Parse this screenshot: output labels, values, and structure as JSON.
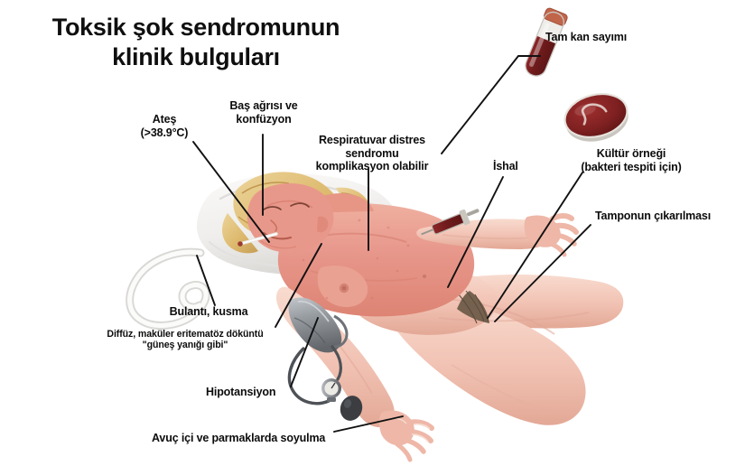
{
  "figure": {
    "title": "Toksik şok sendromunun\nklinik bulguları",
    "background_color": "#ffffff",
    "text_color": "#0d0c0d",
    "leader_line_color": "#121112",
    "subject": "Toksik şok sendromu bulguları olan hastanın tıbbi illüstrasyonu"
  },
  "labels": [
    {
      "id": "fever",
      "text": "Ateş\n(>38.9°C)",
      "align": "center",
      "size": "normal"
    },
    {
      "id": "headache",
      "text": "Baş ağrısı ve\nkonfüzyon",
      "align": "center",
      "size": "normal"
    },
    {
      "id": "ards",
      "text": "Respiratuvar distres\nsendromu\nkomplikasyon olabilir",
      "align": "center",
      "size": "normal"
    },
    {
      "id": "cbc",
      "text": "Tam kan sayımı",
      "align": "left",
      "size": "normal"
    },
    {
      "id": "diarrhea",
      "text": "İshal",
      "align": "left",
      "size": "normal"
    },
    {
      "id": "culture",
      "text": "Kültür örneği\n(bakteri tespiti için)",
      "align": "center",
      "size": "normal"
    },
    {
      "id": "tampon",
      "text": "Tamponun çıkarılması",
      "align": "left",
      "size": "normal"
    },
    {
      "id": "nausea",
      "text": "Bulantı, kusma",
      "align": "center",
      "size": "normal"
    },
    {
      "id": "rash",
      "text": "Diffüz, maküler eritematöz döküntü\n\"güneş yanığı gibi\"",
      "align": "center",
      "size": "small"
    },
    {
      "id": "hypotension",
      "text": "Hipotansiyon",
      "align": "left",
      "size": "normal"
    },
    {
      "id": "desquamation",
      "text": "Avuç içi ve parmaklarda soyulma",
      "align": "left",
      "size": "normal"
    }
  ],
  "illustration_elements": [
    {
      "id": "patient-body",
      "name": "Sırtüstü yatan hasta"
    },
    {
      "id": "pillow",
      "name": "Yastık"
    },
    {
      "id": "blonde-hair",
      "name": "Sarı saç"
    },
    {
      "id": "thermometer",
      "name": "Ağızda termometre"
    },
    {
      "id": "bp-cuff",
      "name": "Tansiyon manşonu"
    },
    {
      "id": "bp-gauge",
      "name": "Tansiyon aleti göstergesi"
    },
    {
      "id": "bp-bulb",
      "name": "Tansiyon aleti pompası"
    },
    {
      "id": "emesis-basin",
      "name": "Böbrek küvet"
    },
    {
      "id": "blood-tube",
      "name": "Kan tüpü"
    },
    {
      "id": "petri-dish",
      "name": "Kan agar petri kabı"
    },
    {
      "id": "syringe",
      "name": "Kanla dolu enjektör"
    },
    {
      "id": "peeling-hand",
      "name": "Soyulan avuç içi ve parmaklar"
    }
  ],
  "palette": {
    "skin_flushed": "#e89a8a",
    "skin_flushed_deep": "#dd8574",
    "skin_pale": "#f1c2b3",
    "skin_pale_light": "#f6d5c8",
    "hair_blonde": "#ddb96d",
    "hair_blonde_light": "#ecd49a",
    "pillow_white": "#f4f3f1",
    "pillow_shade": "#dcdbd9",
    "blood_dark": "#7d1f20",
    "blood_mid": "#96292a",
    "cap_orange": "#c1654a",
    "metal_gray": "#8d9095",
    "metal_dark": "#5a5d62",
    "cuff_gray": "#9aa0a5",
    "pubic_hair": "#6b5a46"
  }
}
